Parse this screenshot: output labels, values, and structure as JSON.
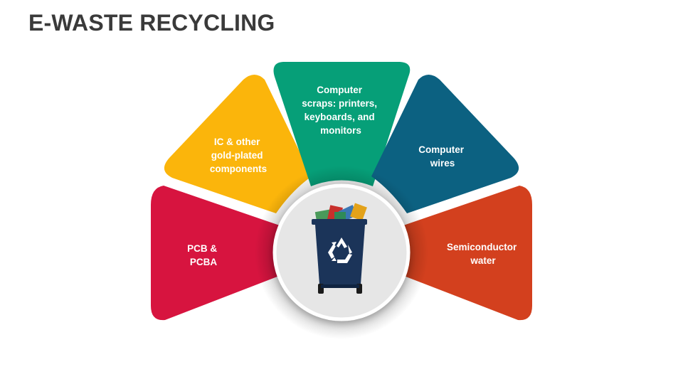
{
  "title": "E-WASTE RECYCLING",
  "segments": [
    {
      "id": "pcb",
      "lines": [
        "PCB &",
        "PCBA"
      ],
      "color": "#d7143f"
    },
    {
      "id": "ic",
      "lines": [
        "IC & other",
        "gold-plated",
        "components"
      ],
      "color": "#fbb50b"
    },
    {
      "id": "scraps",
      "lines": [
        "Computer",
        "scraps: printers,",
        "keyboards, and",
        "monitors"
      ],
      "color": "#069f78"
    },
    {
      "id": "wires",
      "lines": [
        "Computer",
        "wires"
      ],
      "color": "#0c6181"
    },
    {
      "id": "semi",
      "lines": [
        "Semiconductor",
        "water"
      ],
      "color": "#d3401e"
    }
  ],
  "center": {
    "icon": "recycle-bin-icon",
    "bin_color": "#1b3459"
  }
}
